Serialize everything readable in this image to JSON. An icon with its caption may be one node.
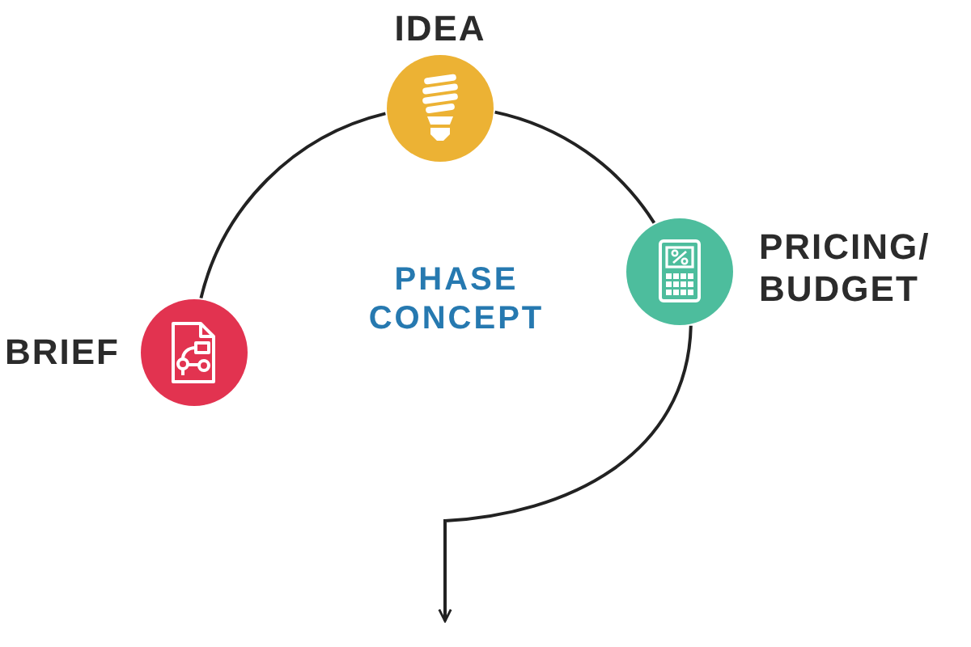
{
  "diagram": {
    "nodes": [
      {
        "text": [
          "IDEA"
        ]
      },
      {
        "text": [
          "PRICING/ BUDGET"
        ]
      },
      {
        "text": [
          "BRIEF"
        ]
      }
    ],
    "edges": [
      {
        "from": 2,
        "to": 0,
        "arrow": "none"
      },
      {
        "from": 0,
        "to": 1,
        "arrow": "none"
      },
      {
        "from": 1,
        "to": null,
        "arrow": "to"
      }
    ],
    "labels": [
      "PHASE CONCEPT"
    ]
  }
}
